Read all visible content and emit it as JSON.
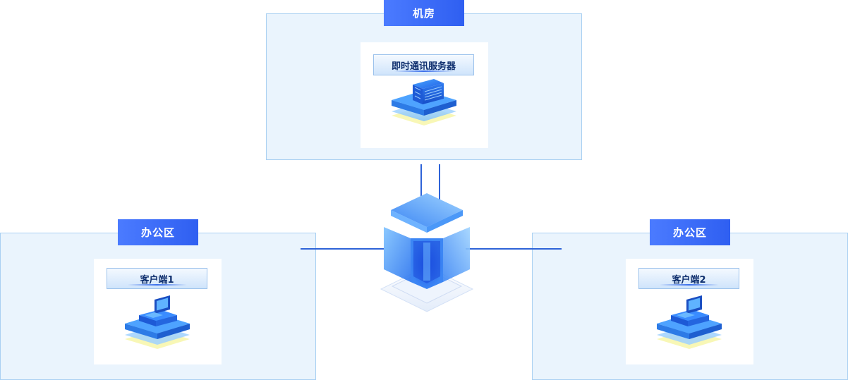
{
  "zones": {
    "server_room": {
      "tag": "机房",
      "card_label": "即时通讯服务器",
      "icon": "server-rack-icon"
    },
    "office_left": {
      "tag": "办公区",
      "card_label": "客户端1",
      "icon": "client-terminal-icon"
    },
    "office_right": {
      "tag": "办公区",
      "card_label": "客户端2",
      "icon": "client-terminal-icon"
    }
  },
  "hub": {
    "icon": "network-hub-cube-icon"
  },
  "colors": {
    "accent": "#2f5ff1",
    "zone_fill": "#eaf4fd",
    "zone_border": "#a9d0f2",
    "connector": "#2e63d8",
    "label_text": "#0f2f6e"
  }
}
